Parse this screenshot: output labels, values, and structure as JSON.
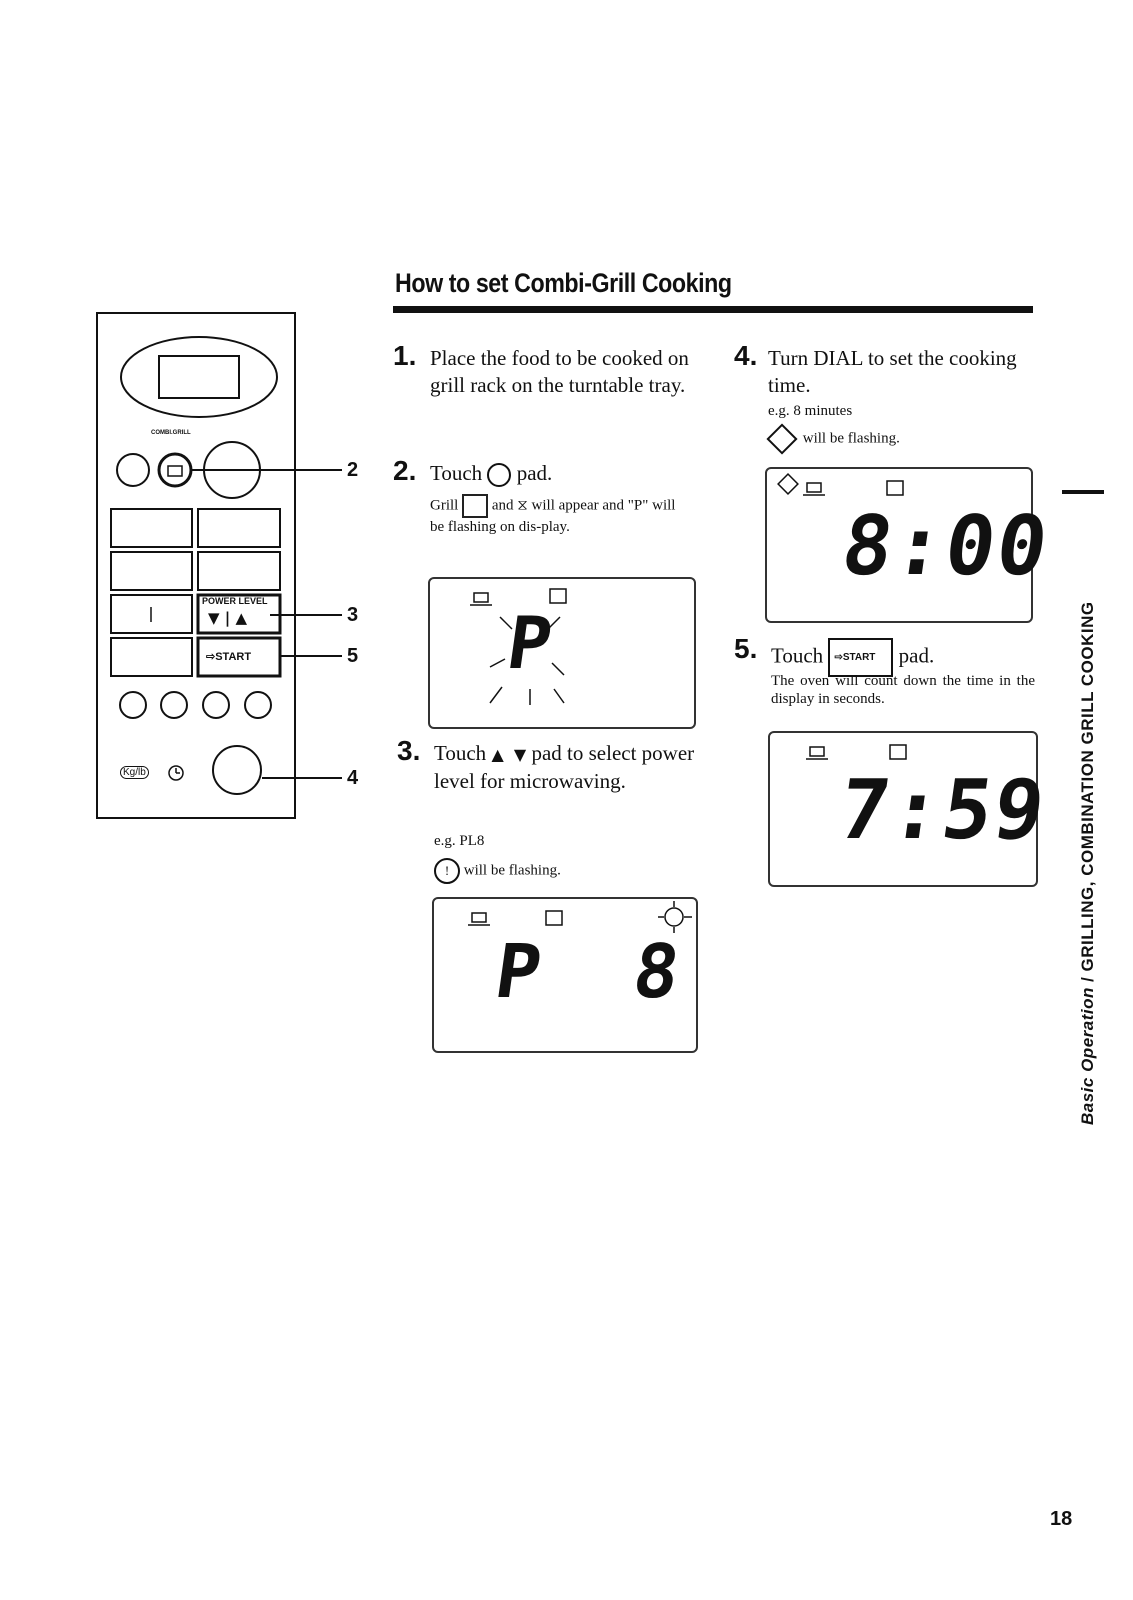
{
  "title": "How to set Combi-Grill Cooking",
  "panel": {
    "combi_label": "COMBI.GRILL",
    "power_level_label": "POWER LEVEL",
    "power_level_arrows": "▼ | ▲",
    "start_label": "⇨START",
    "kg_lb_label": "Kg/lb",
    "callouts": [
      "2",
      "3",
      "5",
      "4"
    ]
  },
  "steps": {
    "s1": {
      "num": "1.",
      "text": "Place the food to be cooked on grill rack on the turntable tray."
    },
    "s2": {
      "num": "2.",
      "touch": "Touch",
      "pad": "pad.",
      "grill": "Grill",
      "and": "and",
      "will_appear": "will appear",
      "rest": "and \"P\" will be flashing on dis-play."
    },
    "s3": {
      "num": "3.",
      "text_a": "Touch",
      "text_b": "pad to select power level for microwaving.",
      "eg": "e.g. PL8",
      "flash": "will be flashing."
    },
    "s4": {
      "num": "4.",
      "text": "Turn DIAL to set the cooking time.",
      "eg": "e.g. 8 minutes",
      "flash": "will be flashing."
    },
    "s5": {
      "num": "5.",
      "touch": "Touch",
      "pad_label": "⇨START",
      "pad": "pad.",
      "text": "The oven will count down the time in the display in seconds."
    }
  },
  "displays": {
    "d2": "P",
    "d3_left": "P",
    "d3_right": "8",
    "d4": "8:00",
    "d5": "7:59"
  },
  "sidebar": {
    "part1": "Basic Operation",
    "sep": " / ",
    "part2": "GRILLING, COMBINATION GRILL COOKING"
  },
  "page_number": "18"
}
